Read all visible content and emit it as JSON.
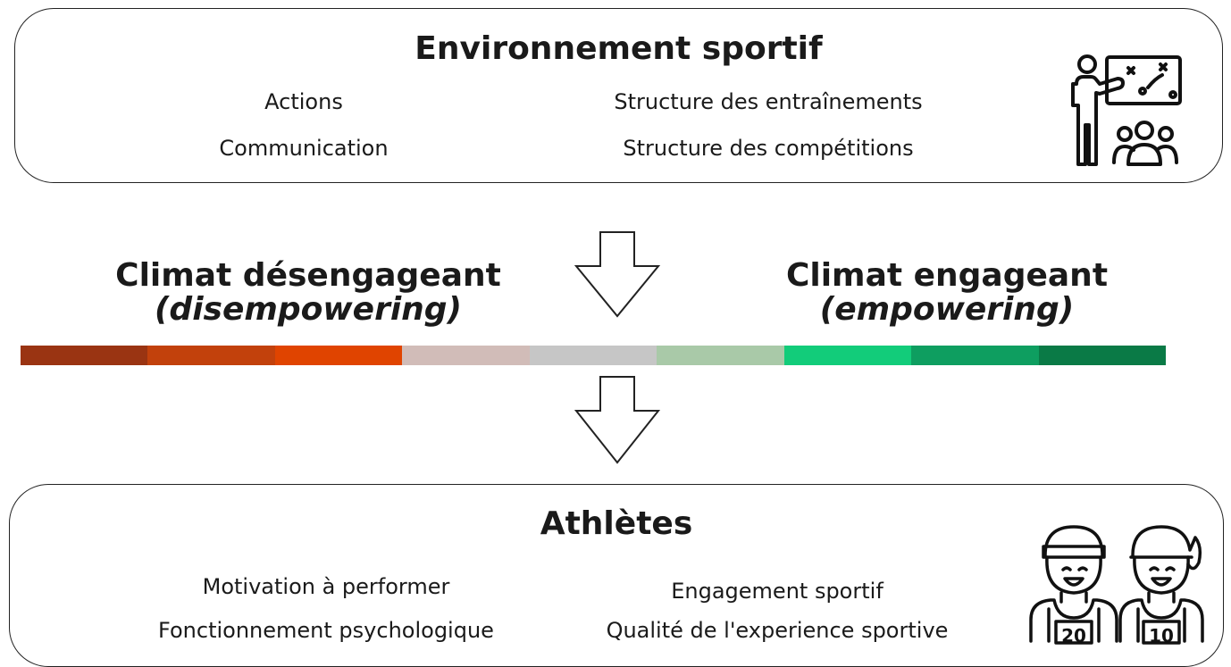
{
  "environment": {
    "title": "Environnement sportif",
    "items_left": [
      "Actions",
      "Communication"
    ],
    "items_right": [
      "Structure des entraînements",
      "Structure des compétitions"
    ],
    "icon": "coach-whiteboard-icon"
  },
  "climate": {
    "left_title": "Climat désengageant",
    "left_sub": "(disempowering)",
    "right_title": "Climat engageant",
    "right_sub": "(empowering)",
    "scale_colors": [
      "#9a3412",
      "#c2410c",
      "#e04400",
      "#d1bcb8",
      "#c6c6c6",
      "#a9c9a8",
      "#12cc7a",
      "#0e9e60",
      "#0a7a46"
    ]
  },
  "athletes": {
    "title": "Athlètes",
    "items_left": [
      "Motivation à performer",
      "Fonctionnement psychologique"
    ],
    "items_right": [
      "Engagement sportif",
      "Qualité de l'experience sportive"
    ],
    "bib_numbers": [
      "20",
      "10"
    ],
    "icon": "athletes-icon"
  }
}
